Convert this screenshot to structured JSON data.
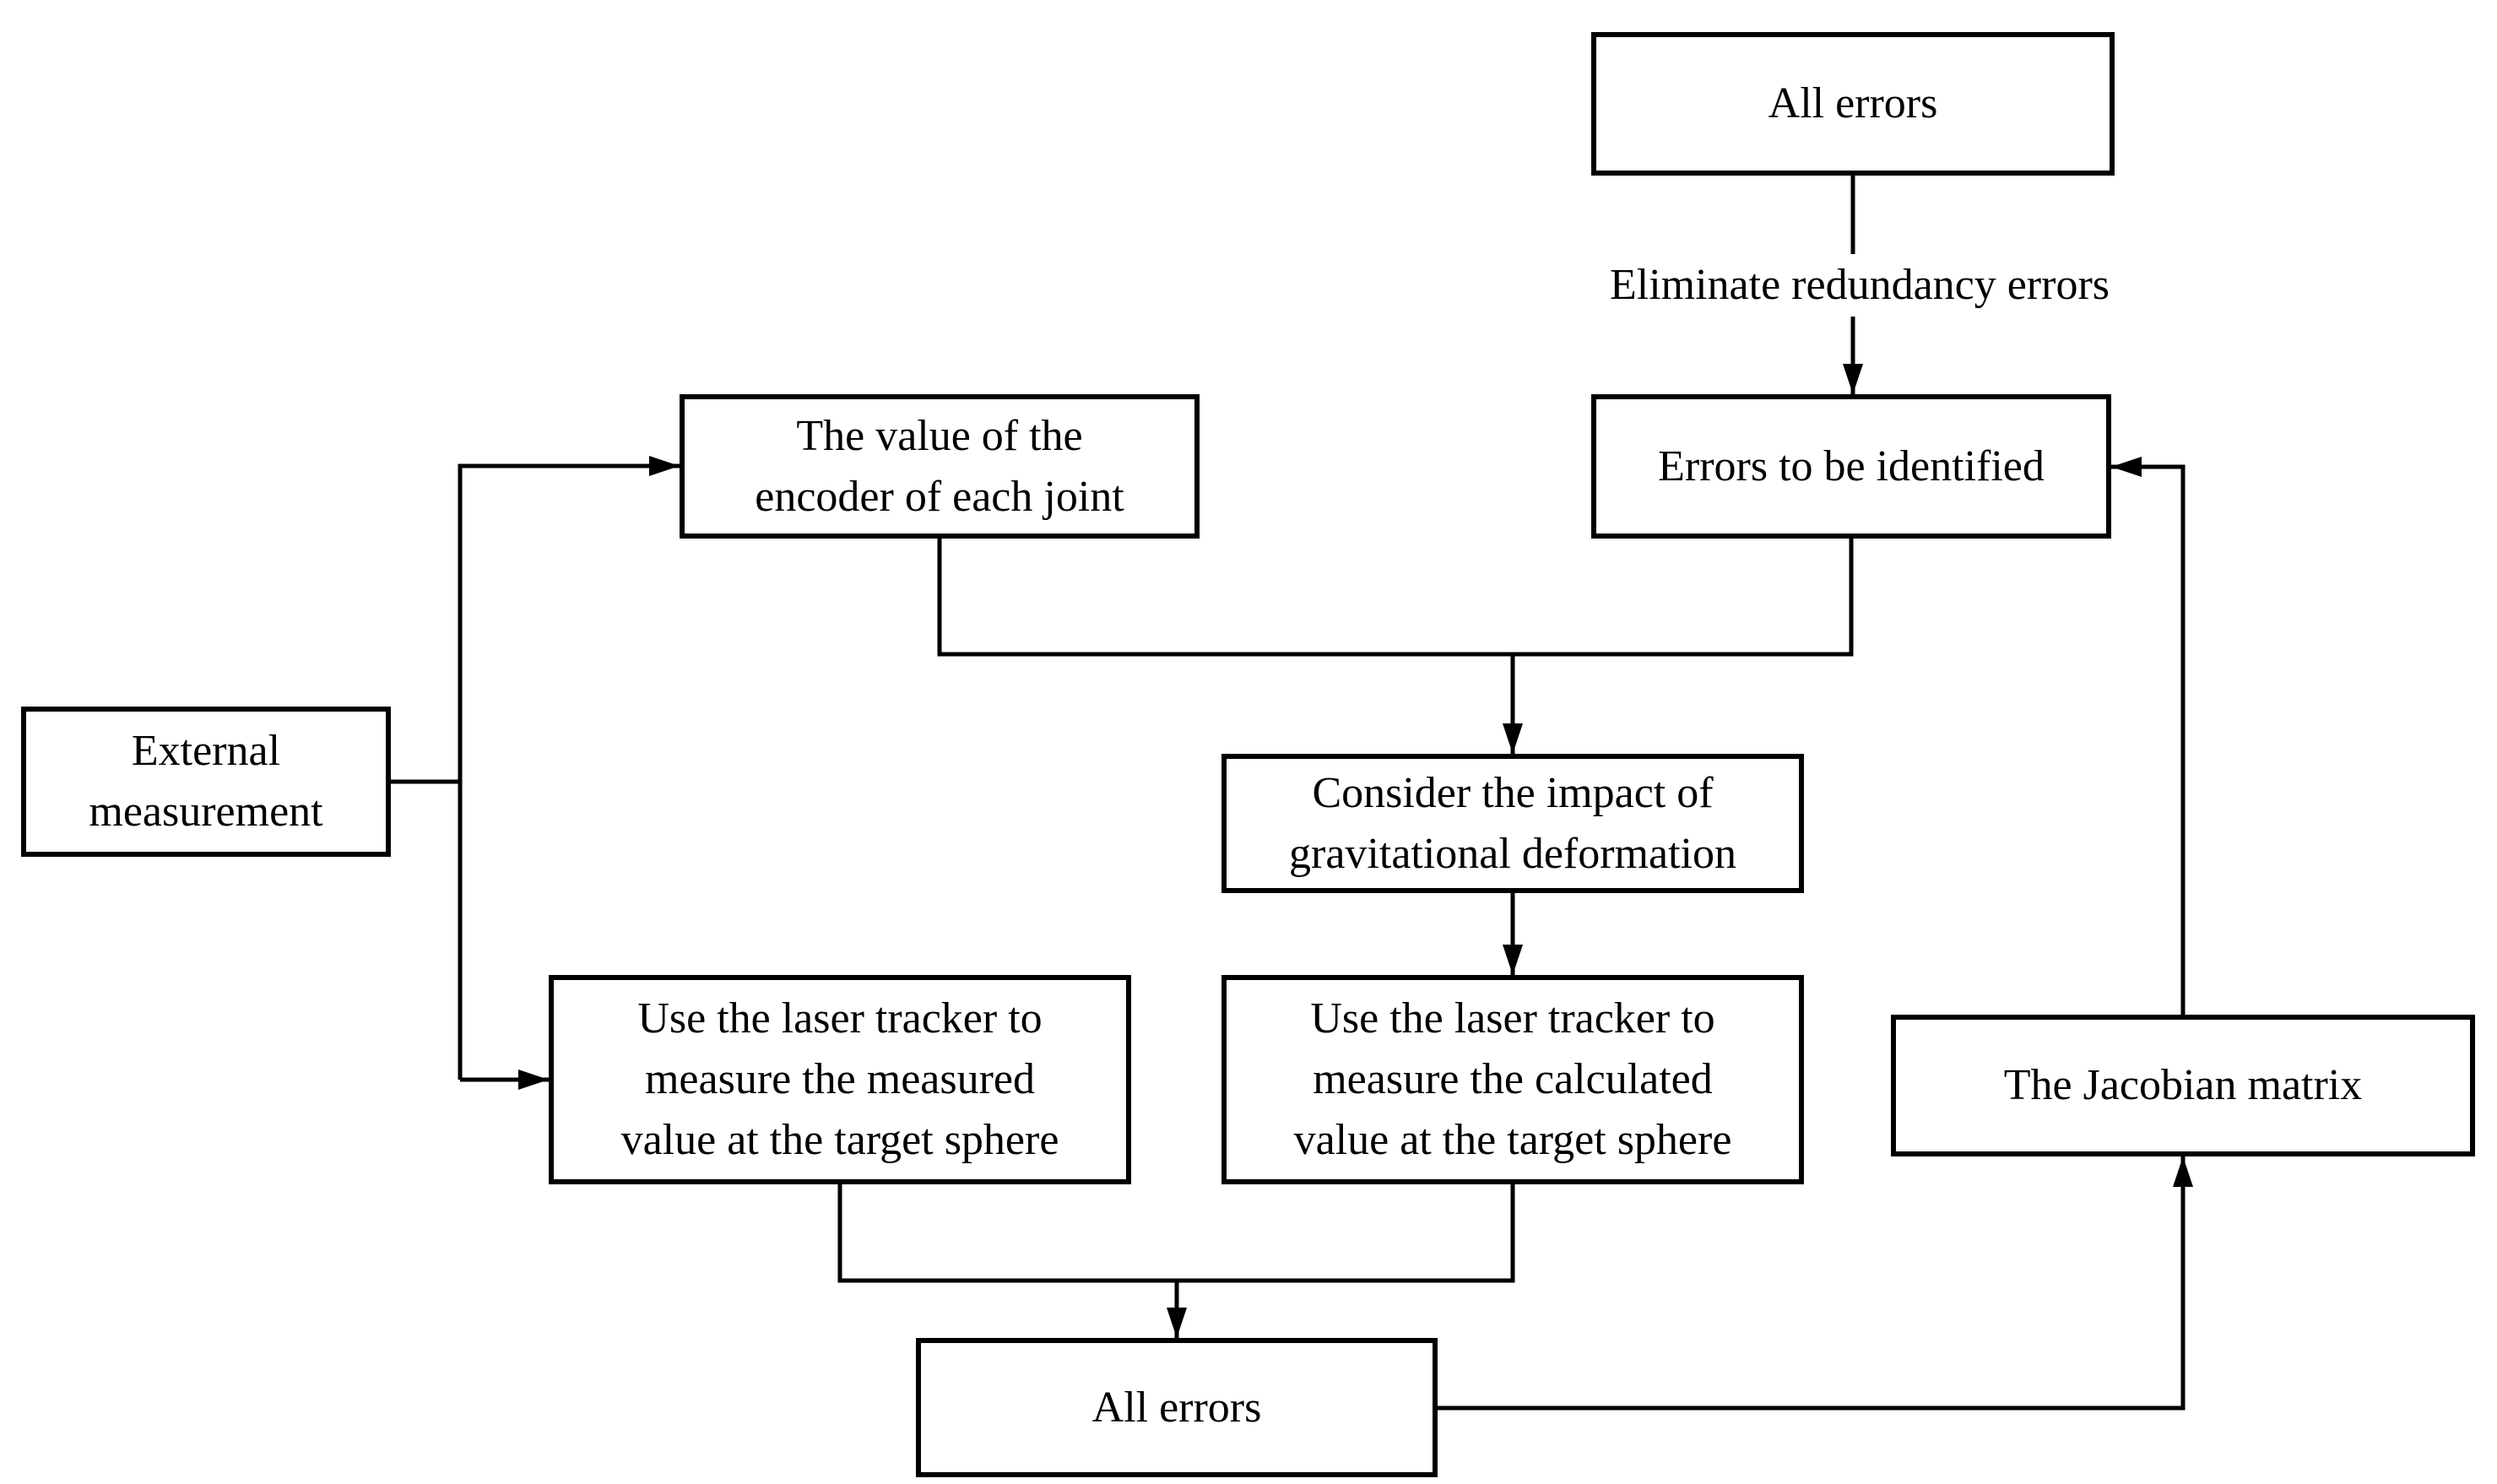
{
  "diagram": {
    "nodes": {
      "all_errors_top": {
        "label": "All errors"
      },
      "errors_identified": {
        "label": "Errors to be identified"
      },
      "encoder": {
        "label": "The value of the\nencoder of each joint"
      },
      "external": {
        "label": "External\nmeasurement"
      },
      "consider": {
        "label": "Consider the impact of\ngravitational deformation"
      },
      "laser_measured": {
        "label": "Use the laser tracker to\nmeasure the measured\nvalue at the target sphere"
      },
      "laser_calculated": {
        "label": "Use the laser tracker to\nmeasure the calculated\nvalue at the target sphere"
      },
      "jacobian": {
        "label": "The Jacobian matrix"
      },
      "all_errors_bottom": {
        "label": "All errors"
      }
    },
    "edge_labels": {
      "eliminate": "Eliminate redundancy errors"
    },
    "colors": {
      "line": "#000000",
      "text": "#000000",
      "background": "#ffffff"
    }
  }
}
